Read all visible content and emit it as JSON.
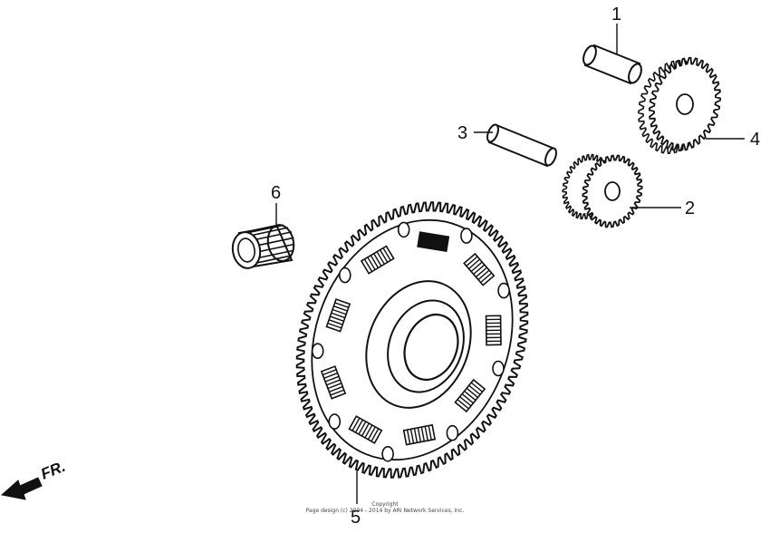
{
  "callouts": {
    "c1": "1",
    "c2": "2",
    "c3": "3",
    "c4": "4",
    "c5": "5",
    "c6": "6"
  },
  "direction": {
    "label": "FR."
  },
  "copyright": {
    "line1": "Copyright",
    "line2": "Page design (c) 2004 - 2014 by ARI Network Services, Inc."
  },
  "colors": {
    "ink": "#111111",
    "paper": "#ffffff"
  },
  "parts": {
    "ring_gear_teeth": 96,
    "idle_gear_teeth": 34,
    "small_gear_teeth": 32,
    "clutch_rollers": 9
  }
}
